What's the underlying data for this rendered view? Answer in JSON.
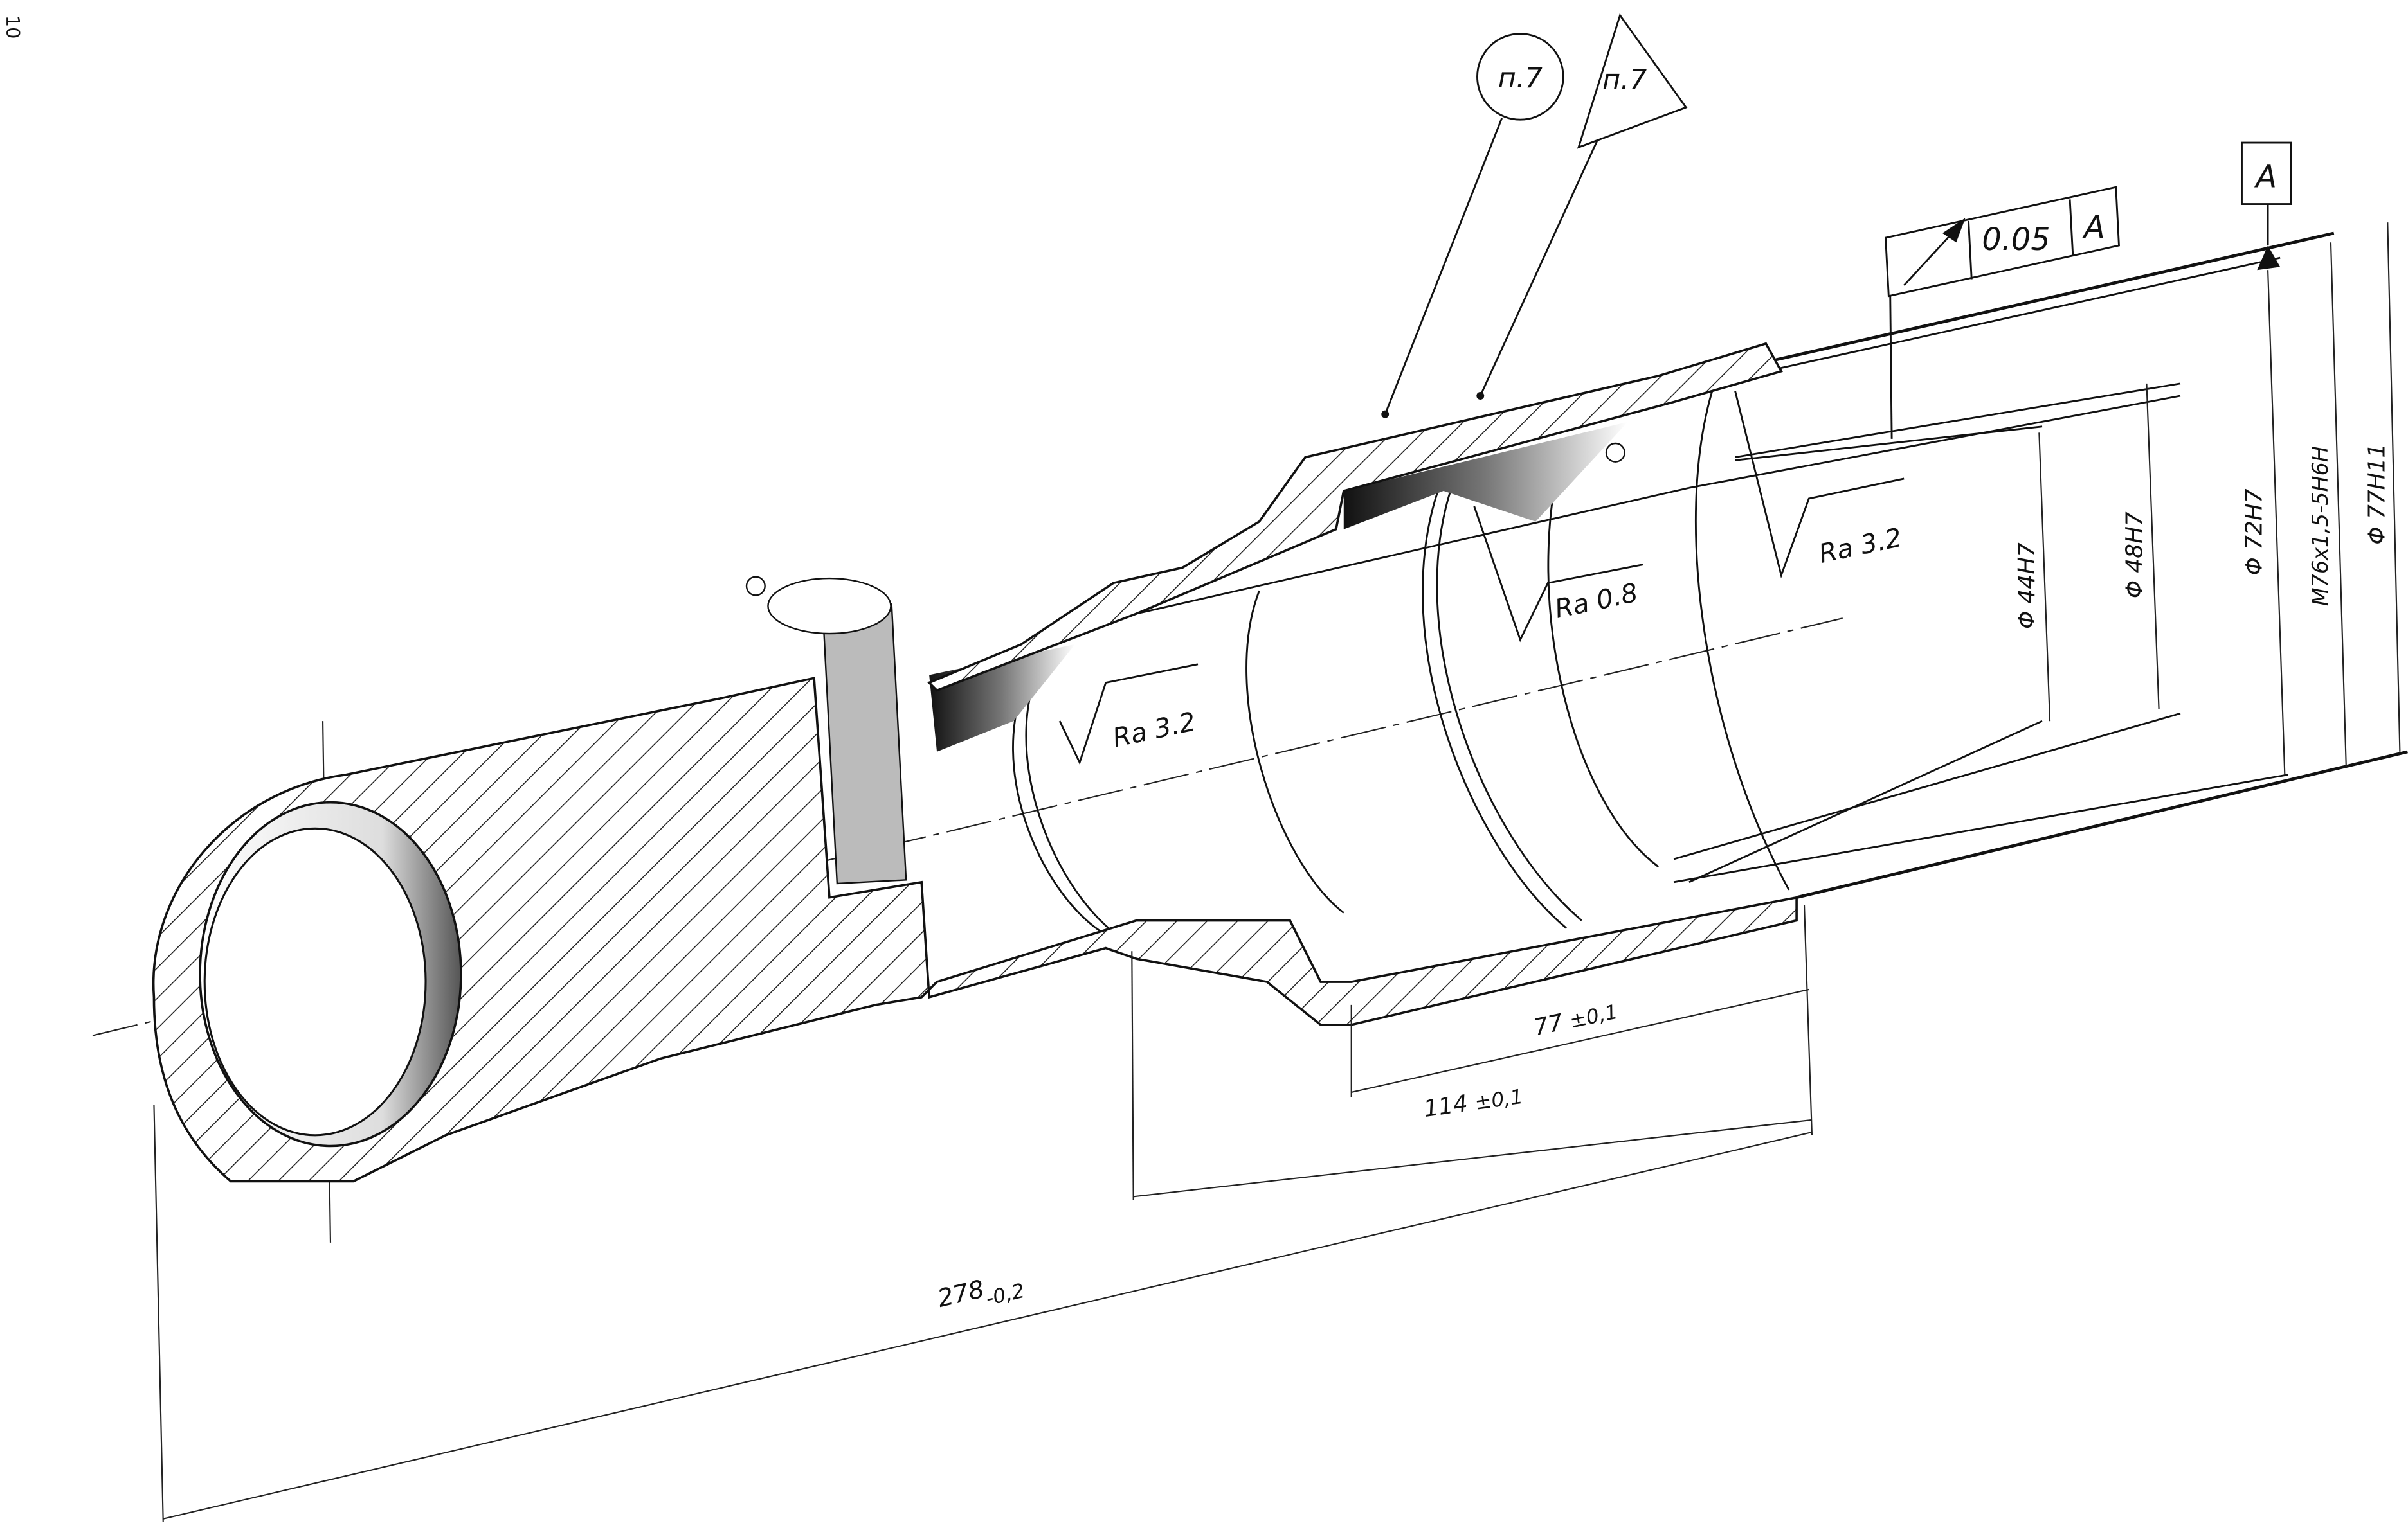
{
  "sheet": {
    "page_number": "10"
  },
  "notes": {
    "circle_note": "п.7",
    "triangle_note": "п.7"
  },
  "tolerance_frame": {
    "symbol": "circular-runout",
    "value": "0.05",
    "datum": "A"
  },
  "datum": {
    "label": "A"
  },
  "roughness": [
    {
      "label": "Ra 3.2"
    },
    {
      "label": "Ra 0.8"
    },
    {
      "label": "Ra 3.2"
    }
  ],
  "diameters": [
    {
      "label": "Φ 44H7"
    },
    {
      "label": "Φ 48H7"
    },
    {
      "label": "Φ 72H7"
    },
    {
      "label": "M76x1,5-5H6H"
    },
    {
      "label": "Φ 77H11"
    }
  ],
  "lengths": [
    {
      "value": "77",
      "tol": "±0,1"
    },
    {
      "value": "114",
      "tol": "±0,1"
    },
    {
      "value": "278",
      "tol": "-0,2"
    }
  ]
}
